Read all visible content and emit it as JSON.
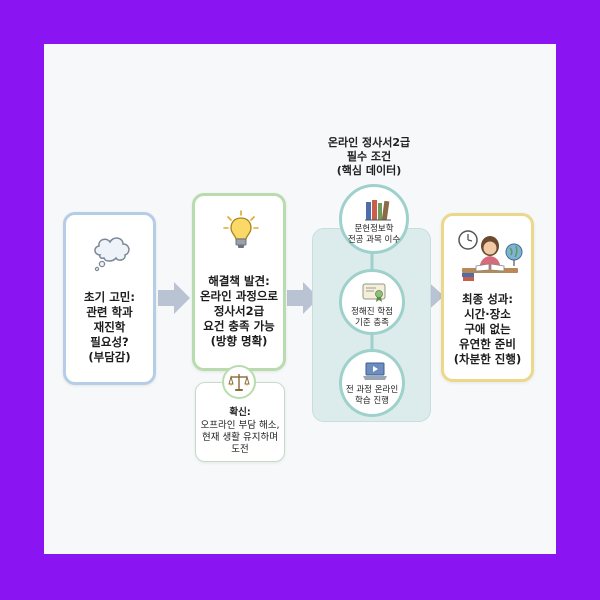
{
  "diagram": {
    "step1": {
      "text": "초기 고민:\n관련 학과\n재진학\n필요성?\n(부담감)",
      "icon": "thought-cloud-icon"
    },
    "step2": {
      "text": "해결책 발견:\n온라인 과정으로\n정사서2급\n요건 충족 가능\n(방향 명확)",
      "icon": "lightbulb-icon"
    },
    "confirm": {
      "title": "확신:",
      "text": "오프라인 부담 해소,\n현재 생활 유지하며\n도전",
      "icon": "balance-scale-icon"
    },
    "conditions": {
      "title": "온라인 정사서2급\n필수 조건\n(핵심 데이터)",
      "items": [
        {
          "text": "문헌정보학\n전공 과목 이수",
          "icon": "books-icon"
        },
        {
          "text": "정해진 학점\n기준 충족",
          "icon": "certificate-icon"
        },
        {
          "text": "전 과정 온라인\n학습 진행",
          "icon": "laptop-video-icon"
        }
      ]
    },
    "result": {
      "text": "최종 성과:\n시간·장소\n구애 없는\n유연한 준비\n(차분한 진행)",
      "icon": "studying-person-icon"
    }
  },
  "colors": {
    "background": "#8a14f2",
    "canvas": "#f7f8fa",
    "box1_border": "#b6cde6",
    "box2_border": "#b9dcae",
    "circle_border": "#9fd1cc",
    "panel_fill": "#dcecec",
    "box4_border": "#ecd88a",
    "arrow": "#b9c3d3"
  }
}
